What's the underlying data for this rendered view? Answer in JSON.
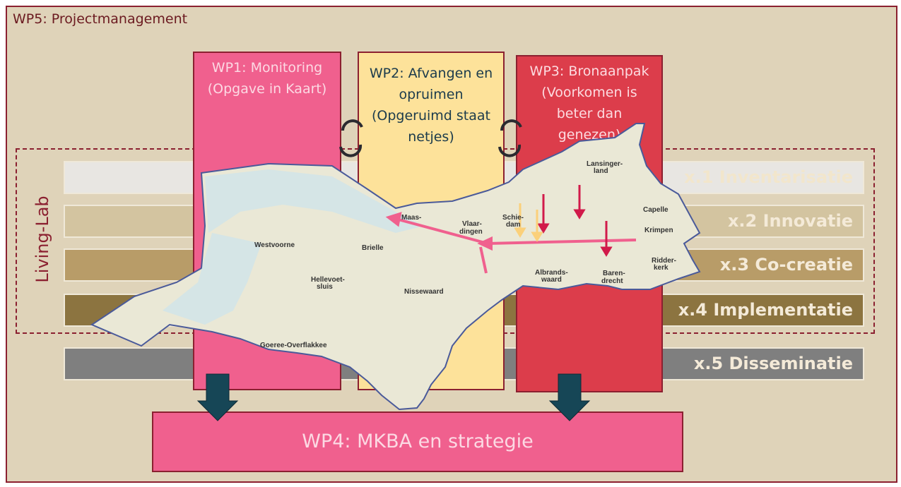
{
  "wp5": {
    "title": "WP5: Projectmanagement"
  },
  "living_lab": "Living-Lab",
  "bands": [
    {
      "label": "x.1 Inventarisatie",
      "color": "#e8e6e2"
    },
    {
      "label": "x.2 Innovatie",
      "color": "#d3c4a0"
    },
    {
      "label": "x.3 Co-creatie",
      "color": "#b89c68"
    },
    {
      "label": "x.4 Implementatie",
      "color": "#8c7440"
    },
    {
      "label": "x.5 Disseminatie",
      "color": "#7f7f7f"
    }
  ],
  "wp1": {
    "line1": "WP1: Monitoring",
    "line2": "(Opgave in Kaart)",
    "color": "#f0608e"
  },
  "wp2": {
    "line1": "WP2: Afvangen en",
    "line2": "opruimen",
    "line3": "(Opgeruimd staat",
    "line4": "netjes)",
    "color": "#fde29a"
  },
  "wp3": {
    "line1": "WP3: Bronaanpak",
    "line2": "(Voorkomen is",
    "line3": "beter dan",
    "line4": "genezen)",
    "color": "#dc3d4b"
  },
  "wp4": {
    "label": "WP4: MKBA en strategie"
  },
  "map_labels": [
    "Lansinger-",
    "land",
    "Capelle",
    "Krimpen",
    "Maas-",
    "Vlaar-",
    "dingen",
    "Schie-",
    "dam",
    "Westvoorne",
    "Brielle",
    "Hellevoet-",
    "sluis",
    "Nissewaard",
    "Albrands-",
    "waard",
    "Baren-",
    "drecht",
    "Ridder-",
    "kerk",
    "Goeree-Overflakkee"
  ]
}
